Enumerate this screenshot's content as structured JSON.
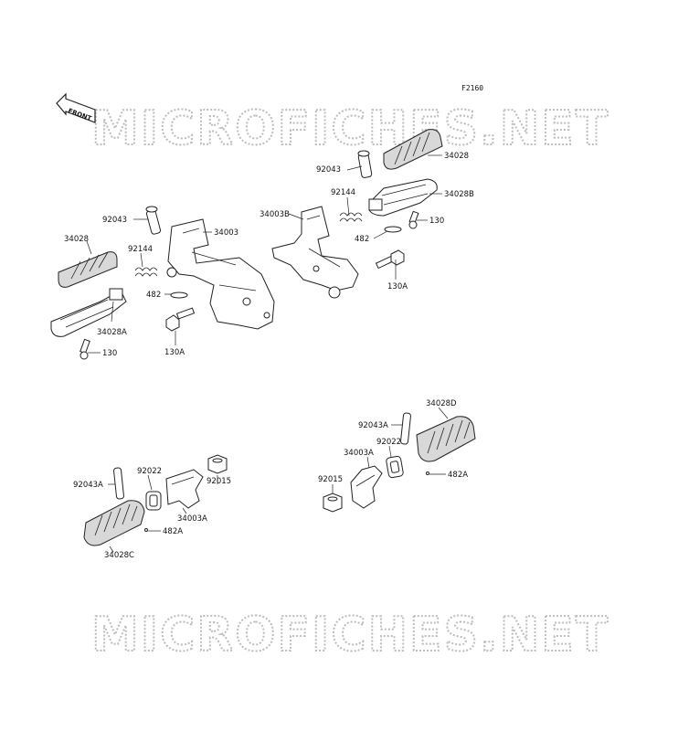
{
  "figure_code": "F2160",
  "front_label": "FRONT",
  "watermark_text": "MICROFICHES.NET",
  "callouts": {
    "c_34028_tr": "34028",
    "c_92043_tr": "92043",
    "c_92144_tr": "92144",
    "c_34028B": "34028B",
    "c_130_tr": "130",
    "c_34003B": "34003B",
    "c_482_tr": "482",
    "c_130A_tr": "130A",
    "c_92043_l": "92043",
    "c_34003": "34003",
    "c_34028_l": "34028",
    "c_92144_l": "92144",
    "c_482_l": "482",
    "c_34028A": "34028A",
    "c_130_l": "130",
    "c_130A_l": "130A",
    "c_34028D": "34028D",
    "c_92043A_r": "92043A",
    "c_34003A_r": "34003A",
    "c_92022_r": "92022",
    "c_92015_r": "92015",
    "c_482A_r": "482A",
    "c_92022_b": "92022",
    "c_92043A_b": "92043A",
    "c_92015_b": "92015",
    "c_34003A_b": "34003A",
    "c_482A_b": "482A",
    "c_34028C": "34028C"
  }
}
